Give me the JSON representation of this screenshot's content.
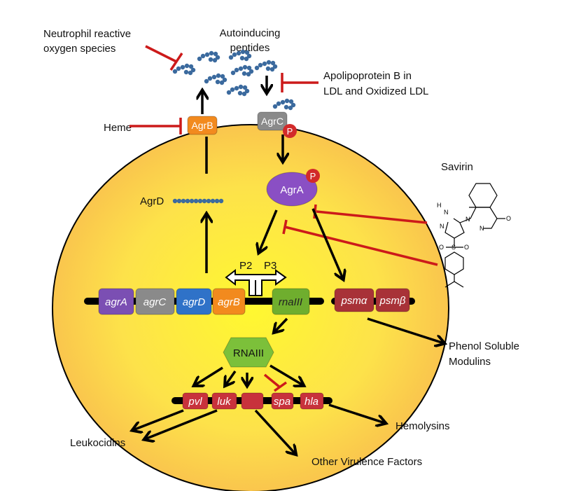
{
  "labels": {
    "neutrophil_line1": "Neutrophil reactive",
    "neutrophil_line2": "oxygen species",
    "aip_line1": "Autoinducing",
    "aip_line2": "peptides",
    "apo_line1": "Apolipoprotein B in",
    "apo_line2": "LDL and Oxidized LDL",
    "heme": "Heme",
    "agrd": "AgrD",
    "savirin": "Savirin",
    "psm_line1": "Phenol Soluble",
    "psm_line2": "Modulins",
    "leukocidins": "Leukocidins",
    "other": "Other Virulence Factors",
    "hemolysins": "Hemolysins",
    "p2": "P2",
    "p3": "P3"
  },
  "proteins": {
    "agrb": "AgrB",
    "agrc": "AgrC",
    "agra": "AgrA",
    "phospho": "P",
    "rnaiii": "RNAIII"
  },
  "genes": {
    "agr_operon": [
      "agrA",
      "agrC",
      "agrD",
      "agrB"
    ],
    "rnaiii": "rnaIII",
    "psm": [
      "psmα",
      "psmβ"
    ],
    "targets": [
      "pvl",
      "luk",
      "",
      "spa",
      "hla"
    ]
  },
  "molecule": {
    "atoms": [
      "H",
      "N",
      "N",
      "N",
      "N",
      "O",
      "O",
      "S",
      "O"
    ]
  },
  "colors": {
    "cell": "#fbc84a",
    "agrA": "#7b4fb3",
    "agrC": "#8a8a8a",
    "agrD": "#2f72c8",
    "agrB": "#f28a1e",
    "rnaIII": "#6fae2e",
    "psm": "#a83238",
    "inhibitor": "#cc1a1a",
    "peptide": "#3b6a9e"
  }
}
